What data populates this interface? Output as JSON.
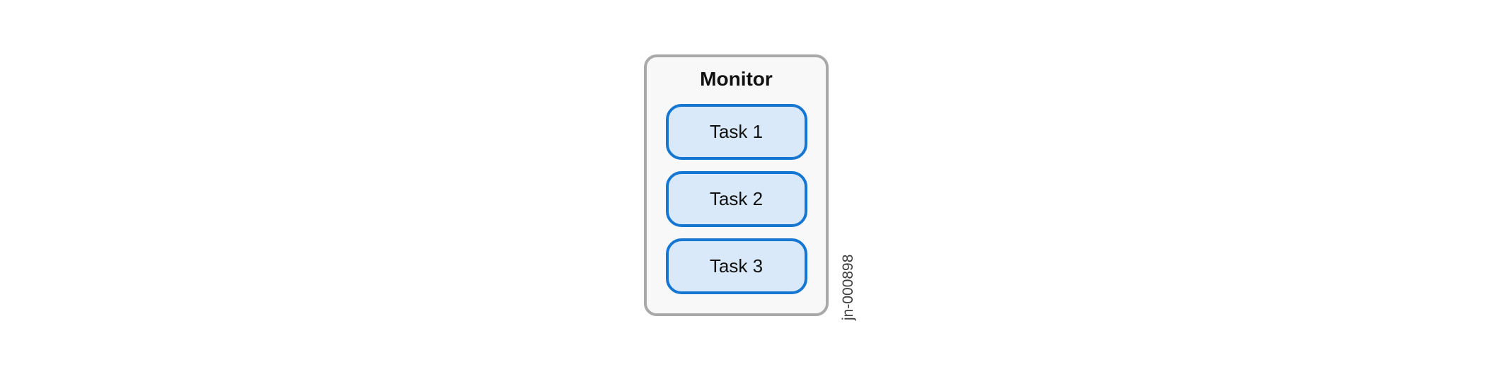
{
  "diagram": {
    "title": "Monitor",
    "tasks": [
      {
        "label": "Task 1"
      },
      {
        "label": "Task 2"
      },
      {
        "label": "Task 3"
      }
    ],
    "figure_id": "jn-000898"
  },
  "colors": {
    "container_fill": "#f8f8f8",
    "container_border": "#a9a9a9",
    "task_fill": "#d9e9f9",
    "task_border": "#1577d2",
    "figure_id_color": "#3d3d3d"
  }
}
